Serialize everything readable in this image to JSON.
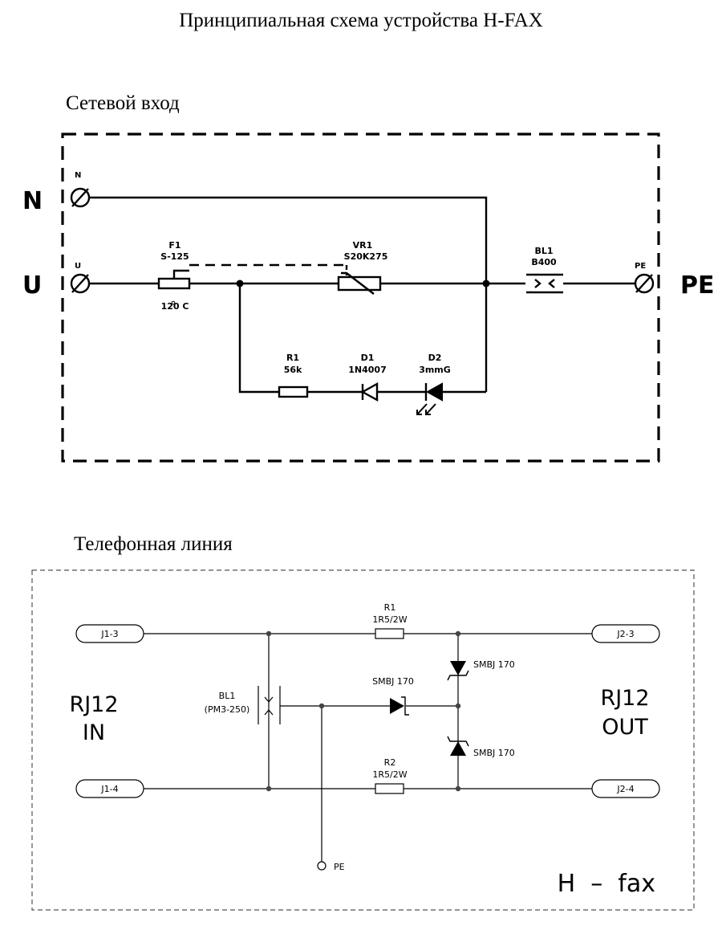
{
  "title": "Принципиальная схема устройства H-FAX",
  "power": {
    "section_title": "Сетевой вход",
    "n_big": "N",
    "u_big": "U",
    "pe_big": "PE",
    "n_small": "N",
    "u_small": "U",
    "pe_small": "PE",
    "f1_ref": "F1",
    "f1_val": "S-125",
    "f1_temp": "120  C",
    "vr1_ref": "VR1",
    "vr1_val": "S20K275",
    "bl1_ref": "BL1",
    "bl1_val": "B400",
    "r1_ref": "R1",
    "r1_val": "56k",
    "d1_ref": "D1",
    "d1_val": "1N4007",
    "d2_ref": "D2",
    "d2_val": "3mmG"
  },
  "phone": {
    "section_title": "Телефонная линия",
    "j1_3": "J1-3",
    "j1_4": "J1-4",
    "j2_3": "J2-3",
    "j2_4": "J2-4",
    "r1_ref": "R1",
    "r1_val": "1R5/2W",
    "r2_ref": "R2",
    "r2_val": "1R5/2W",
    "bl1_ref": "BL1",
    "bl1_val": "(PM3-250)",
    "smbj_mid": "SMBJ 170",
    "smbj_top": "SMBJ 170",
    "smbj_bot": "SMBJ 170",
    "rj_in_1": "RJ12",
    "rj_in_2": "IN",
    "rj_out_1": "RJ12",
    "rj_out_2": "OUT",
    "pe": "PE",
    "brand": "H  –  fax"
  }
}
